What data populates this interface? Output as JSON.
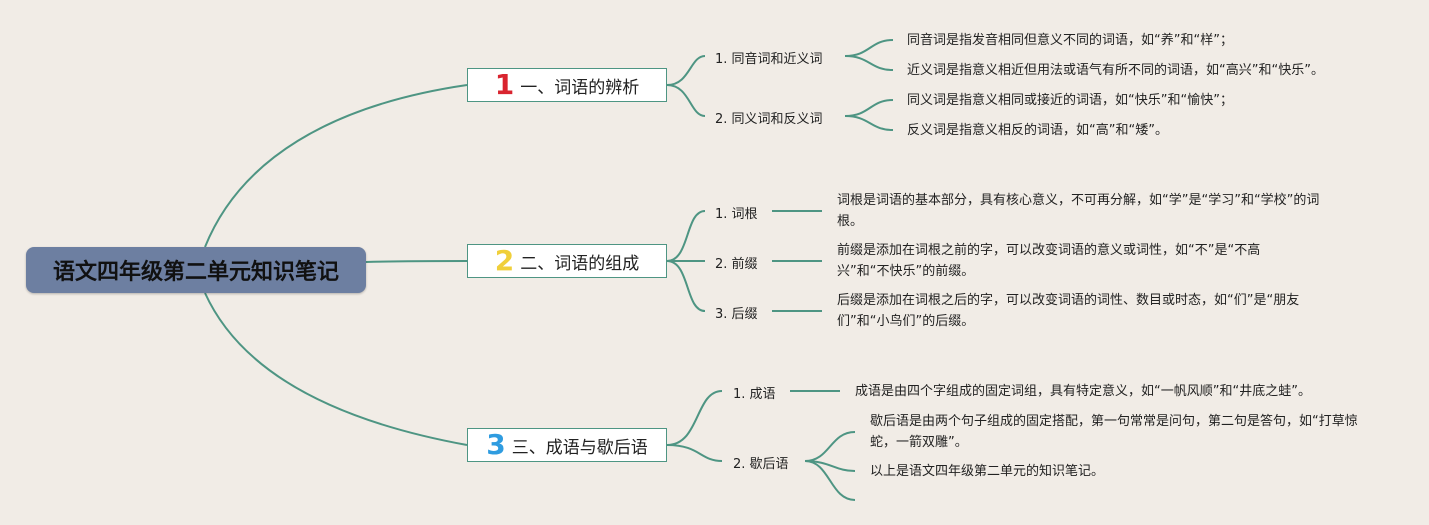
{
  "root": {
    "title": "语文四年级第二单元知识笔记"
  },
  "branches": [
    {
      "number": "1",
      "label": "一、词语的辨析",
      "subs": [
        {
          "label": "1. 同音词和近义词",
          "leaves": [
            "同音词是指发音相同但意义不同的词语，如“养”和“样”；",
            "近义词是指意义相近但用法或语气有所不同的词语，如“高兴”和“快乐”。"
          ]
        },
        {
          "label": "2. 同义词和反义词",
          "leaves": [
            "同义词是指意义相同或接近的词语，如“快乐”和“愉快”；",
            "反义词是指意义相反的词语，如“高”和“矮”。"
          ]
        }
      ]
    },
    {
      "number": "2",
      "label": "二、词语的组成",
      "subs": [
        {
          "label": "1. 词根",
          "leaves": [
            "词根是词语的基本部分，具有核心意义，不可再分解，如“学”是“学习”和“学校”的词根。"
          ]
        },
        {
          "label": "2. 前缀",
          "leaves": [
            "前缀是添加在词根之前的字，可以改变词语的意义或词性，如“不”是“不高兴”和“不快乐”的前缀。"
          ]
        },
        {
          "label": "3. 后缀",
          "leaves": [
            "后缀是添加在词根之后的字，可以改变词语的词性、数目或时态，如“们”是“朋友们”和“小鸟们”的后缀。"
          ]
        }
      ]
    },
    {
      "number": "3",
      "label": "三、成语与歇后语",
      "subs": [
        {
          "label": "1. 成语",
          "leaves": [
            "成语是由四个字组成的固定词组，具有特定意义，如“一帆风顺”和“井底之蛙”。"
          ]
        },
        {
          "label": "2. 歇后语",
          "leaves": [
            "歇后语是由两个句子组成的固定搭配，第一句常常是问句，第二句是答句，如“打草惊蛇，一箭双雕”。",
            "以上是语文四年级第二单元的知识笔记。"
          ]
        }
      ]
    }
  ]
}
